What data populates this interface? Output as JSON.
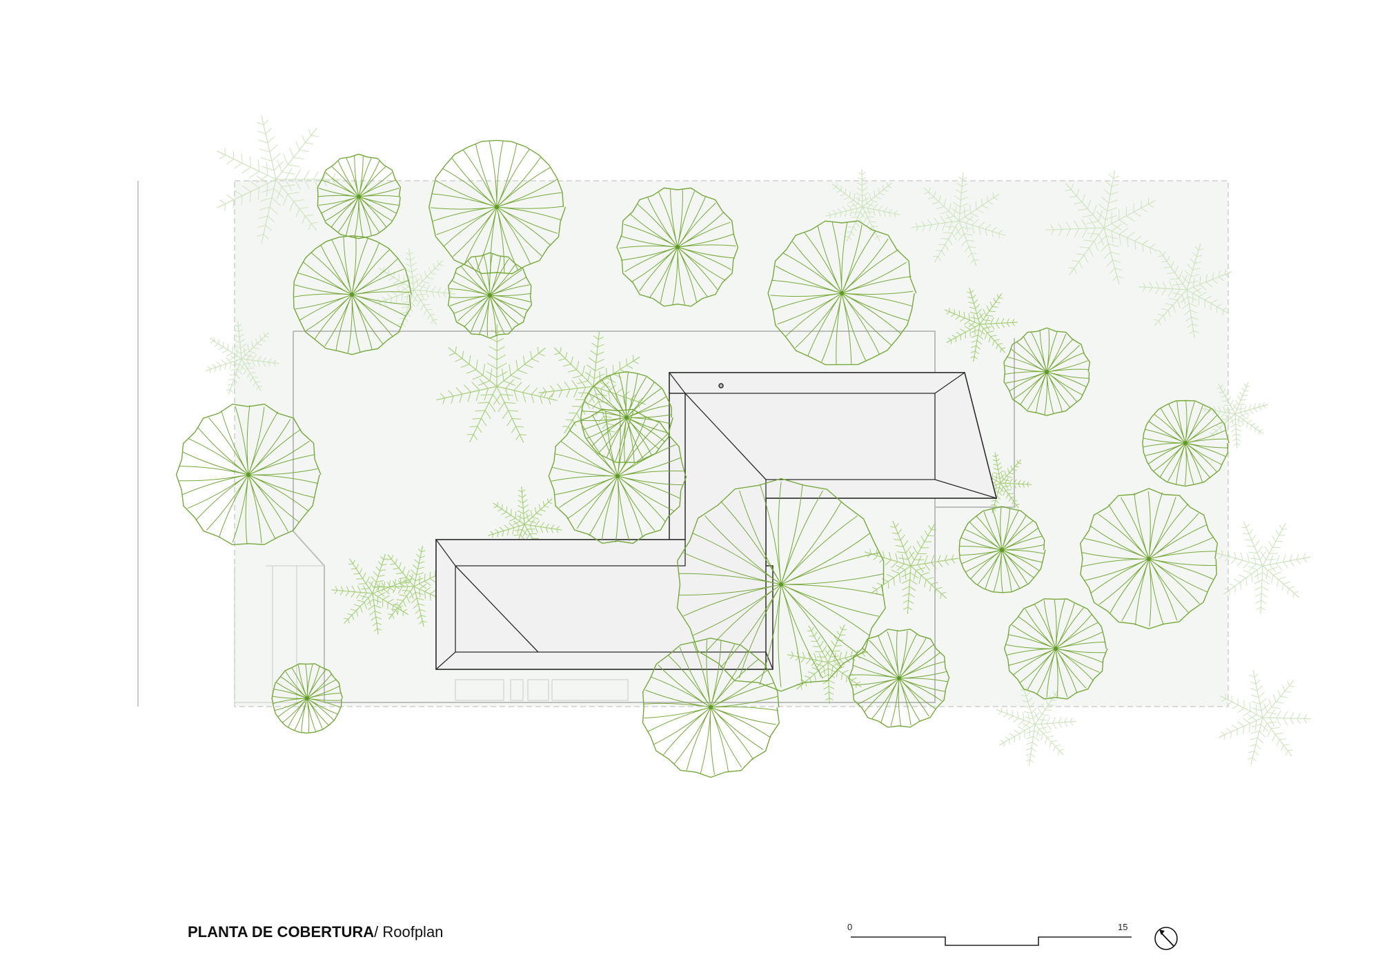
{
  "title": {
    "main": "PLANTA DE COBERTURA",
    "separator": "/ ",
    "sub": "Roofplan"
  },
  "scale_bar": {
    "start_label": "0",
    "end_label": "15"
  },
  "colors": {
    "tree_stroke": "#77a83a",
    "tree_center": "#5e9a2a",
    "fern_light": "#a8cf7a",
    "fern_faint": "#cfe3c0",
    "site_fill": "#f3f6f2",
    "roof_fill": "#f1f1f2",
    "roof_stroke": "#2a2a2a",
    "site_line": "#bdbdbd"
  },
  "icons": {
    "north": "north-arrow-icon"
  }
}
